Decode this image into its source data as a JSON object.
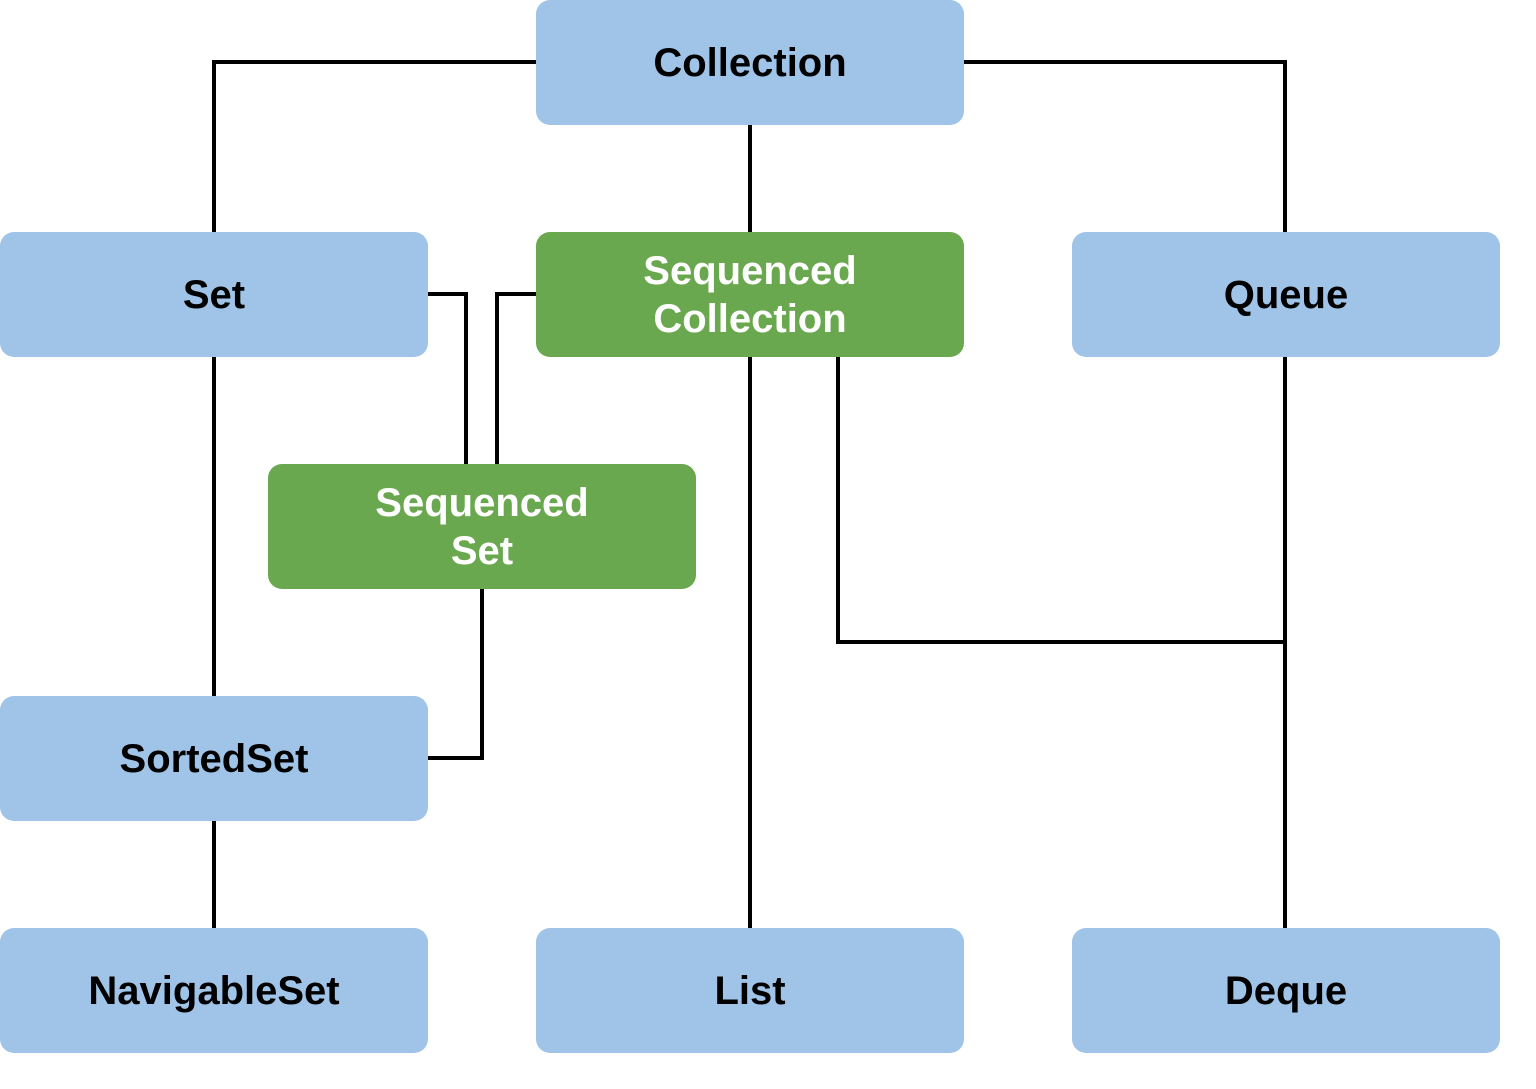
{
  "nodes": {
    "collection": {
      "label": "Collection",
      "color": "#a0c4e8"
    },
    "set": {
      "label": "Set",
      "color": "#a0c4e8"
    },
    "sequenced_collection": {
      "label": "Sequenced\nCollection",
      "color": "#6aa84f"
    },
    "queue": {
      "label": "Queue",
      "color": "#a0c4e8"
    },
    "sequenced_set": {
      "label": "Sequenced\nSet",
      "color": "#6aa84f"
    },
    "sorted_set": {
      "label": "SortedSet",
      "color": "#a0c4e8"
    },
    "navigable_set": {
      "label": "NavigableSet",
      "color": "#a0c4e8"
    },
    "list": {
      "label": "List",
      "color": "#a0c4e8"
    },
    "deque": {
      "label": "Deque",
      "color": "#a0c4e8"
    }
  },
  "edges": [
    {
      "from": "collection",
      "to": "set"
    },
    {
      "from": "collection",
      "to": "sequenced_collection"
    },
    {
      "from": "collection",
      "to": "queue"
    },
    {
      "from": "set",
      "to": "sequenced_set"
    },
    {
      "from": "sequenced_collection",
      "to": "sequenced_set"
    },
    {
      "from": "set",
      "to": "sorted_set"
    },
    {
      "from": "sequenced_set",
      "to": "sorted_set"
    },
    {
      "from": "sorted_set",
      "to": "navigable_set"
    },
    {
      "from": "sequenced_collection",
      "to": "list"
    },
    {
      "from": "sequenced_collection",
      "to": "deque"
    },
    {
      "from": "queue",
      "to": "deque"
    }
  ],
  "colors": {
    "interface": "#a0c4e8",
    "new_interface": "#6aa84f",
    "connector": "#000000"
  }
}
